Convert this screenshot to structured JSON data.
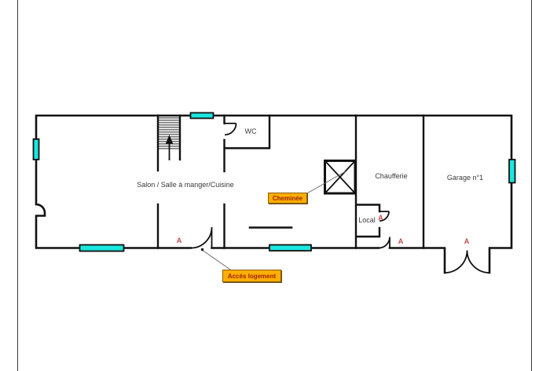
{
  "page": {
    "type_note": "architectural floor plan",
    "frame_color": "#3a3a3a",
    "background": "#ffffff"
  },
  "plan": {
    "colors": {
      "wall": "#111111",
      "window_fill": "#19e7e0",
      "door_mark": "#c34a44",
      "room_text": "#3a3a3a",
      "callout_bg": "#ffaf00",
      "callout_border": "#8a5a00",
      "callout_text": "#9c2000",
      "leader_line": "#666666"
    },
    "rooms": {
      "salon": {
        "label": "Salon / Salle à manger/Cuisine"
      },
      "wc": {
        "label": "WC"
      },
      "chaufferie": {
        "label": "Chaufferie"
      },
      "garage": {
        "label": "Garage n°1"
      },
      "local": {
        "label": "Local"
      }
    },
    "door_marks": [
      "A",
      "A",
      "A",
      "A"
    ],
    "annotations": {
      "cheminee": {
        "label": "Cheminée"
      },
      "acces": {
        "label": "Accés logement"
      }
    },
    "features": {
      "stairs": "stairs-with-up-arrow",
      "chimney": "crossed-box",
      "windows_count": 5
    }
  }
}
